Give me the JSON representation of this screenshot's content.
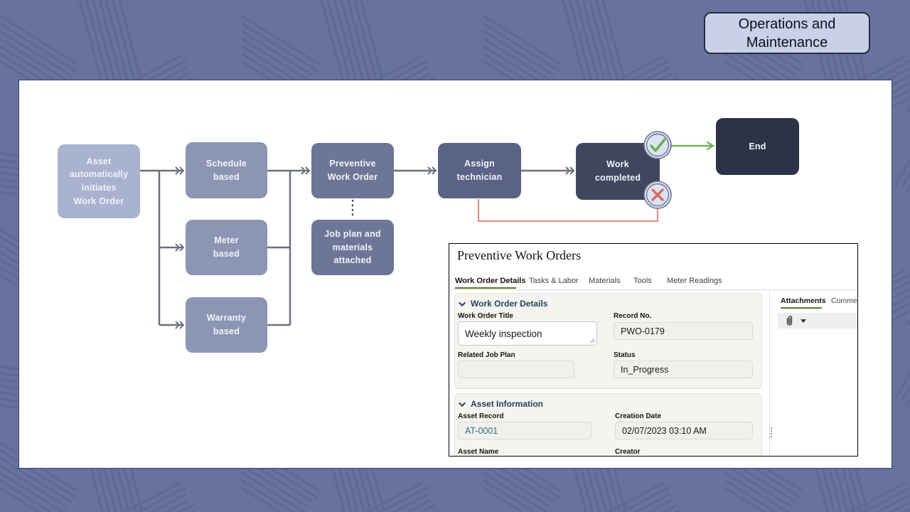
{
  "page": {
    "badge": "Operations and\nMaintenance"
  },
  "flow": {
    "asset": "Asset\nautomatically\ninitiates\nWork Order",
    "schedule": "Schedule\nbased",
    "meter": "Meter\nbased",
    "warranty": "Warranty\nbased",
    "preventive": "Preventive\nWork Order",
    "jobplan": "Job plan and\nmaterials\nattached",
    "assign": "Assign\ntechnician",
    "work_completed": "Work\ncompleted",
    "end": "End",
    "success_icon": "check-icon",
    "failure_icon": "x-icon"
  },
  "form": {
    "title": "Preventive Work Orders",
    "tabs": [
      "Work Order Details",
      "Tasks & Labor",
      "Materials",
      "Tools",
      "Meter Readings"
    ],
    "active_tab": "Work Order Details",
    "sections": {
      "wod": {
        "title": "Work Order Details",
        "f1": {
          "label": "Work Order Title",
          "value": "Weekly inspection"
        },
        "f2": {
          "label": "Record No.",
          "value": "PWO-0179"
        },
        "f3": {
          "label": "Related Job Plan",
          "value": ""
        },
        "f4": {
          "label": "Status",
          "value": "In_Progress"
        }
      },
      "asset": {
        "title": "Asset Information",
        "a1": {
          "label": "Asset Record",
          "value": "AT-0001"
        },
        "a2": {
          "label": "Creation Date",
          "value": "02/07/2023 03:10 AM"
        },
        "a3": {
          "label": "Asset Name",
          "value": ""
        },
        "a4": {
          "label": "Creator",
          "value": ""
        }
      }
    },
    "side": {
      "tabs": [
        "Attachments",
        "Comments"
      ],
      "active_tab": "Attachments"
    }
  },
  "colors": {
    "background": "#68739d",
    "badge_fill": "#c8d1e7",
    "node_light": "#a9b2cf",
    "node_trigger": "#8c95b4",
    "node_mid": "#6d7697",
    "node_dark": "#5a6385",
    "node_darker": "#3e4660",
    "node_end": "#2c3347",
    "connector_gray": "#6b707f",
    "success_green": "#6fb357",
    "failure_red": "#e5897e",
    "accent_green_underline": "#4f7a28",
    "link_teal": "#2e6e80"
  }
}
